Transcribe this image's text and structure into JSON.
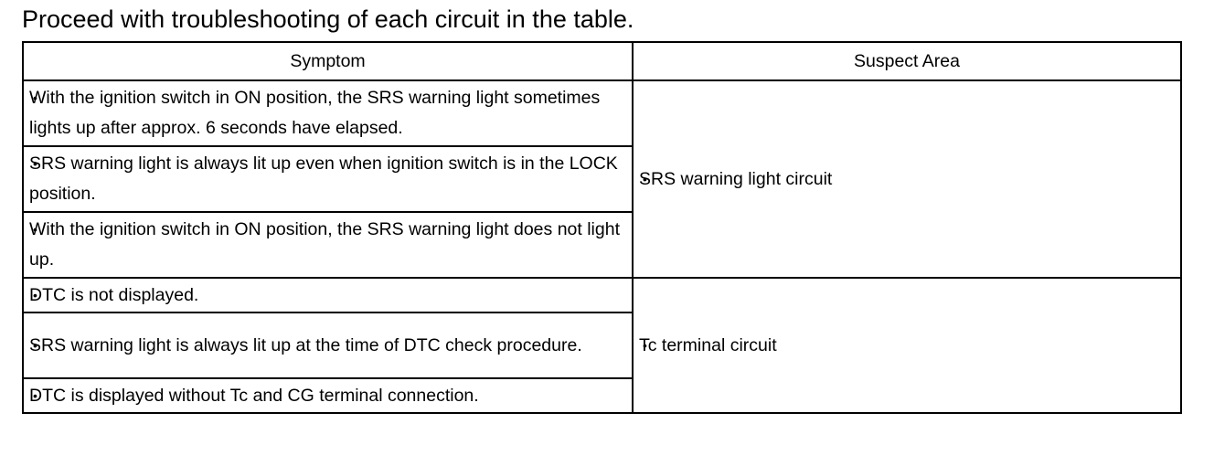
{
  "page": {
    "title": "Proceed with troubleshooting of each circuit in the table."
  },
  "table": {
    "headers": {
      "symptom": "Symptom",
      "suspect_area": "Suspect Area"
    },
    "bullet_glyph": "•",
    "groups": [
      {
        "suspect_area": "SRS warning light circuit",
        "symptoms": [
          "With the ignition switch in ON position, the SRS warning light sometimes lights up after approx. 6 seconds have elapsed.",
          "SRS warning light is always lit up even when ignition switch is in the LOCK position.",
          "With the ignition switch in ON position, the SRS warning light does not light up."
        ]
      },
      {
        "suspect_area": "Tc terminal circuit",
        "symptoms": [
          "DTC is not displayed.",
          "SRS warning light is always lit up at the time of DTC check procedure.",
          "DTC is displayed without Tc and CG terminal connection."
        ]
      }
    ]
  }
}
